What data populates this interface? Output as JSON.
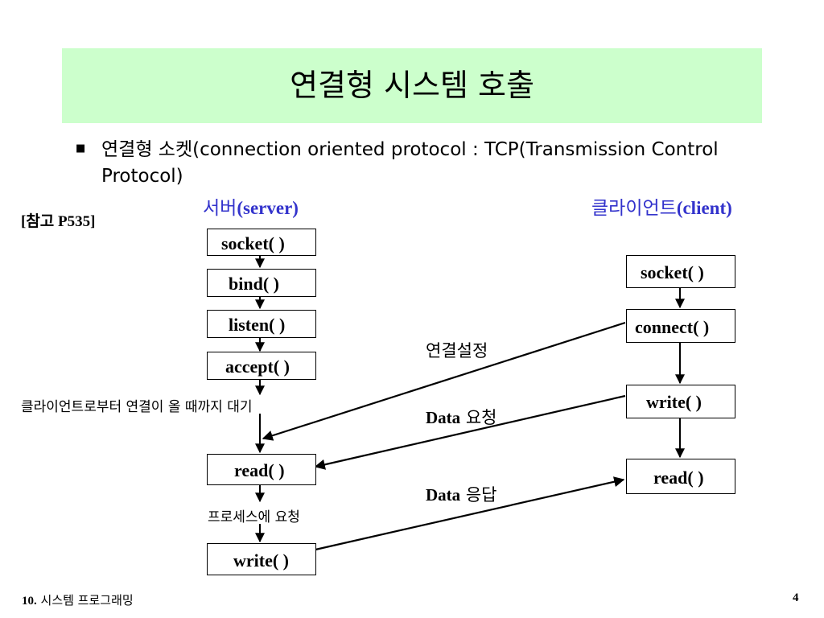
{
  "title": "연결형 시스템 호출",
  "bullet_text": "연결형 소켓(connection oriented protocol : TCP(Transmission Control Protocol)",
  "reference": "[참고 P535]",
  "server": {
    "heading_ko": "서버",
    "heading_en": "(server)",
    "calls": [
      "socket( )",
      "bind( )",
      "listen( )",
      "accept( )",
      "read( )",
      "write( )"
    ],
    "wait_note": "클라이언트로부터 연결이 올 때까지 대기",
    "process_note": "프로세스에 요청"
  },
  "client": {
    "heading_ko": "클라이언트",
    "heading_en": "(client)",
    "calls": [
      "socket( )",
      "connect( )",
      "write( )",
      "read( )"
    ]
  },
  "edges": {
    "connect": "연결설정",
    "request_en": "Data",
    "request_ko": " 요청",
    "response_en": "Data",
    "response_ko": " 응답"
  },
  "footer": {
    "chapter_num": "10.",
    "chapter_name": " 시스템 프로그래밍",
    "page_number": "4"
  },
  "colors": {
    "title_background": "#ccffcc",
    "heading_text": "#3333cc"
  }
}
